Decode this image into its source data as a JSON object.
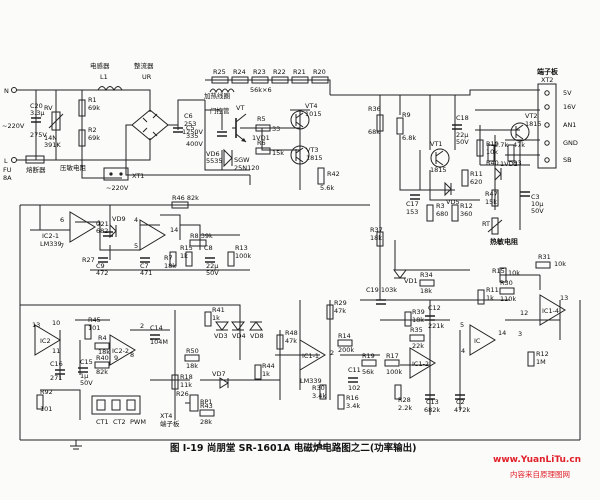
{
  "caption": "图 I-19   尚朋堂 SR-1601A 电磁炉电路图之二(功率输出)",
  "watermark": {
    "url": "www.YuanLiTu.cn",
    "site": "内容来自原理图网"
  },
  "terminals_left": {
    "n": "N",
    "l": "L",
    "mains": "~220V"
  },
  "blocks": {
    "rfi": "电感器",
    "l1": "L1",
    "bridge": "整流器",
    "ur": "UR",
    "heater": "加热线圈",
    "igbt": "门控管",
    "fuse": "熔断器",
    "fu": "FU",
    "fu_val": "8A",
    "varistor": "压敏电阻",
    "xt1": "XT1",
    "ac_out": "~220V",
    "xt2": "端子板",
    "xt2_id": "XT2",
    "xt4": "XT4",
    "xt4_name": "端子板",
    "thermistor": "热敏电阻"
  },
  "xt2_pins": [
    "5V",
    "16V",
    "AN1",
    "GND",
    "SB"
  ],
  "xt4_pins": [
    "CT1",
    "CT2",
    "PWM"
  ],
  "ics": {
    "ic2a": "IC2-1",
    "ic2a_type": "LM339",
    "ic2b": "IC2-2",
    "ic2c": "IC2",
    "ic1a": "IC1-1",
    "ic1a_type": "LM339",
    "ic1b": "IC1-2",
    "ic1c": "IC",
    "ic1d": "IC1-4"
  },
  "top_resistors": [
    "R25",
    "R24",
    "R23",
    "R22",
    "R21",
    "R20"
  ],
  "top_resistor_value": "56k×6",
  "labels": [
    {
      "id": "c20",
      "text": "C20"
    },
    {
      "id": "c20v",
      "text": "3.3μ"
    },
    {
      "id": "c20w",
      "text": "275V"
    },
    {
      "id": "rv",
      "text": "RV"
    },
    {
      "id": "rvv",
      "text": "14N"
    },
    {
      "id": "rvw",
      "text": "391K"
    },
    {
      "id": "r1",
      "text": "R1"
    },
    {
      "id": "r1v",
      "text": "69k"
    },
    {
      "id": "r2",
      "text": "R2"
    },
    {
      "id": "r2v",
      "text": "69k"
    },
    {
      "id": "c5",
      "text": "C5"
    },
    {
      "id": "c5v",
      "text": "335"
    },
    {
      "id": "c5w",
      "text": "400V"
    },
    {
      "id": "c6",
      "text": "C6"
    },
    {
      "id": "c6v",
      "text": "253"
    },
    {
      "id": "c6w",
      "text": "1250V"
    },
    {
      "id": "vt",
      "text": "VT"
    },
    {
      "id": "vd6",
      "text": "VD6"
    },
    {
      "id": "vd6v",
      "text": "5535"
    },
    {
      "id": "sgw",
      "text": "SGW"
    },
    {
      "id": "sgwv",
      "text": "25N120"
    },
    {
      "id": "r5",
      "text": "R5"
    },
    {
      "id": "r5v",
      "text": "33"
    },
    {
      "id": "r6",
      "text": "R6"
    },
    {
      "id": "r6v",
      "text": "15k"
    },
    {
      "id": "vd1",
      "text": "1VD1"
    },
    {
      "id": "vt4",
      "text": "VT4"
    },
    {
      "id": "vt4v",
      "text": "1015"
    },
    {
      "id": "vt3",
      "text": "VT3"
    },
    {
      "id": "vt3v",
      "text": "1815"
    },
    {
      "id": "r42",
      "text": "R42"
    },
    {
      "id": "r42v",
      "text": "5.6k"
    },
    {
      "id": "r36",
      "text": "R36"
    },
    {
      "id": "r36v",
      "text": "68k"
    },
    {
      "id": "r9",
      "text": "R9"
    },
    {
      "id": "r9v",
      "text": "6.8k"
    },
    {
      "id": "c18",
      "text": "C18"
    },
    {
      "id": "c18v",
      "text": "22μ"
    },
    {
      "id": "c18w",
      "text": "50V"
    },
    {
      "id": "vt1",
      "text": "VT1"
    },
    {
      "id": "vt1v",
      "text": "1815"
    },
    {
      "id": "r10",
      "text": "R10"
    },
    {
      "id": "r10v",
      "text": "10k"
    },
    {
      "id": "r11",
      "text": "R11"
    },
    {
      "id": "r11v",
      "text": "620"
    },
    {
      "id": "vd5",
      "text": "VD5"
    },
    {
      "id": "c17",
      "text": "C17"
    },
    {
      "id": "c17v",
      "text": "153"
    },
    {
      "id": "r3",
      "text": "R3"
    },
    {
      "id": "r3v",
      "text": "680"
    },
    {
      "id": "r12",
      "text": "R12"
    },
    {
      "id": "r12v",
      "text": "360"
    },
    {
      "id": "vt2",
      "text": "VT2"
    },
    {
      "id": "vt2v",
      "text": "1815"
    },
    {
      "id": "r40",
      "text": "R40"
    },
    {
      "id": "r40v",
      "text": "2.7k"
    },
    {
      "id": "r3b",
      "text": "R3"
    },
    {
      "id": "r3bv",
      "text": "47k"
    },
    {
      "id": "vd2",
      "text": "1VD2"
    },
    {
      "id": "c3",
      "text": "C3"
    },
    {
      "id": "c3v",
      "text": "10μ"
    },
    {
      "id": "c3w",
      "text": "50V"
    },
    {
      "id": "r47",
      "text": "R47"
    },
    {
      "id": "r47v",
      "text": "15k"
    },
    {
      "id": "rt",
      "text": "RT"
    },
    {
      "id": "c21",
      "text": "C21"
    },
    {
      "id": "c21v",
      "text": "682"
    },
    {
      "id": "r27",
      "text": "R27"
    },
    {
      "id": "c9",
      "text": "C9"
    },
    {
      "id": "c9v",
      "text": "472"
    },
    {
      "id": "vd9",
      "text": "VD9"
    },
    {
      "id": "r46",
      "text": "R46 82k"
    },
    {
      "id": "r8",
      "text": "R8 39k"
    },
    {
      "id": "c7",
      "text": "C7"
    },
    {
      "id": "c7v",
      "text": "471"
    },
    {
      "id": "r7",
      "text": "R7"
    },
    {
      "id": "r7v",
      "text": "18k"
    },
    {
      "id": "r15",
      "text": "R15"
    },
    {
      "id": "r15v",
      "text": "1k"
    },
    {
      "id": "c8",
      "text": "C8"
    },
    {
      "id": "c8v",
      "text": "22μ"
    },
    {
      "id": "c8w",
      "text": "50V"
    },
    {
      "id": "r13",
      "text": "R13"
    },
    {
      "id": "r13v",
      "text": "100k"
    },
    {
      "id": "r37",
      "text": "R37"
    },
    {
      "id": "r37v",
      "text": "18k"
    },
    {
      "id": "r15b",
      "text": "R15"
    },
    {
      "id": "r15bv",
      "text": "10k"
    },
    {
      "id": "r31",
      "text": "R31"
    },
    {
      "id": "r31v",
      "text": "10k"
    },
    {
      "id": "r45",
      "text": "R45"
    },
    {
      "id": "r45v",
      "text": "101"
    },
    {
      "id": "r4",
      "text": "R4"
    },
    {
      "id": "r4v",
      "text": "18k"
    },
    {
      "id": "c14",
      "text": "C14"
    },
    {
      "id": "c14v",
      "text": "104M"
    },
    {
      "id": "r40b",
      "text": "R40"
    },
    {
      "id": "r40bv",
      "text": "82k"
    },
    {
      "id": "c16",
      "text": "C16"
    },
    {
      "id": "c16v",
      "text": "271"
    },
    {
      "id": "c15",
      "text": "C15"
    },
    {
      "id": "c15v",
      "text": "1μ"
    },
    {
      "id": "c15w",
      "text": "50V"
    },
    {
      "id": "r50",
      "text": "R50"
    },
    {
      "id": "r50v",
      "text": "18k"
    },
    {
      "id": "r18",
      "text": "R18"
    },
    {
      "id": "r18v",
      "text": "11k"
    },
    {
      "id": "r26",
      "text": "R26"
    },
    {
      "id": "rp1",
      "text": "RP1"
    },
    {
      "id": "r92",
      "text": "R92"
    },
    {
      "id": "r92v",
      "text": "101"
    },
    {
      "id": "r43",
      "text": "R43"
    },
    {
      "id": "r43v",
      "text": "28k"
    },
    {
      "id": "r41",
      "text": "R41"
    },
    {
      "id": "r41v",
      "text": "1k"
    },
    {
      "id": "vd3",
      "text": "VD3"
    },
    {
      "id": "vd4",
      "text": "VD4"
    },
    {
      "id": "vd8",
      "text": "VD8"
    },
    {
      "id": "vd7",
      "text": "VD7"
    },
    {
      "id": "r44",
      "text": "R44"
    },
    {
      "id": "r44v",
      "text": "1k"
    },
    {
      "id": "r48",
      "text": "R48"
    },
    {
      "id": "r48v",
      "text": "47k"
    },
    {
      "id": "r29",
      "text": "R29"
    },
    {
      "id": "r29v",
      "text": "47k"
    },
    {
      "id": "r14",
      "text": "R14"
    },
    {
      "id": "r14v",
      "text": "200k"
    },
    {
      "id": "r30",
      "text": "R30"
    },
    {
      "id": "r30v",
      "text": "3.4k"
    },
    {
      "id": "r16",
      "text": "R16"
    },
    {
      "id": "r16v",
      "text": "3.4k"
    },
    {
      "id": "c11",
      "text": "C11"
    },
    {
      "id": "c11v",
      "text": "102"
    },
    {
      "id": "r19",
      "text": "R19"
    },
    {
      "id": "r19v",
      "text": "56k"
    },
    {
      "id": "r17",
      "text": "R17"
    },
    {
      "id": "r17v",
      "text": "100k"
    },
    {
      "id": "r28",
      "text": "R28"
    },
    {
      "id": "r28v",
      "text": "2.2k"
    },
    {
      "id": "c13",
      "text": "C13"
    },
    {
      "id": "c13v",
      "text": "682k"
    },
    {
      "id": "c2",
      "text": "C2"
    },
    {
      "id": "c2v",
      "text": "472k"
    },
    {
      "id": "r34",
      "text": "R34"
    },
    {
      "id": "r34v",
      "text": "18k"
    },
    {
      "id": "r39",
      "text": "R39"
    },
    {
      "id": "r39v",
      "text": "18k"
    },
    {
      "id": "c12",
      "text": "C12"
    },
    {
      "id": "c12v",
      "text": "221k"
    },
    {
      "id": "r35",
      "text": "R35"
    },
    {
      "id": "r35v",
      "text": "22k"
    },
    {
      "id": "c19",
      "text": "C19 103k"
    },
    {
      "id": "vd1b",
      "text": "VD1"
    },
    {
      "id": "r30b",
      "text": "R30"
    },
    {
      "id": "r30bv",
      "text": "110k"
    },
    {
      "id": "r11b",
      "text": "R11"
    },
    {
      "id": "r11bv",
      "text": "1k"
    },
    {
      "id": "r12b",
      "text": "R12"
    },
    {
      "id": "r12bv",
      "text": "1M"
    },
    {
      "id": "p13a",
      "text": "13"
    },
    {
      "id": "p10",
      "text": "10"
    },
    {
      "id": "p11",
      "text": "11"
    },
    {
      "id": "p6",
      "text": "6"
    },
    {
      "id": "p7",
      "text": "7"
    },
    {
      "id": "p1",
      "text": "1"
    },
    {
      "id": "p2",
      "text": "2"
    },
    {
      "id": "p9",
      "text": "9"
    },
    {
      "id": "p8",
      "text": "8"
    },
    {
      "id": "p14",
      "text": "14"
    },
    {
      "id": "p4",
      "text": "4"
    },
    {
      "id": "p5",
      "text": "5"
    },
    {
      "id": "p13b",
      "text": "13"
    },
    {
      "id": "p5b",
      "text": "5"
    },
    {
      "id": "p4b",
      "text": "4"
    },
    {
      "id": "p14b",
      "text": "14"
    },
    {
      "id": "p2b",
      "text": "2"
    },
    {
      "id": "p12",
      "text": "12"
    },
    {
      "id": "p3",
      "text": "3"
    }
  ]
}
